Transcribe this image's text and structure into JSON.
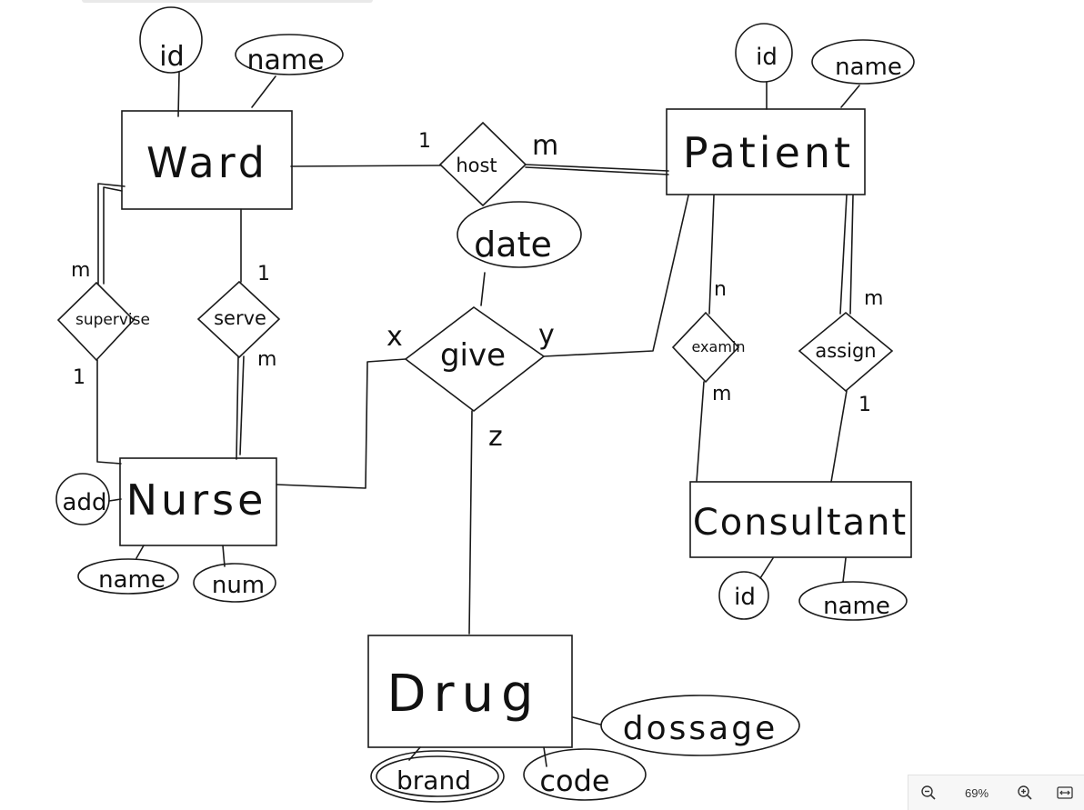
{
  "diagram": {
    "entities": {
      "ward": "Ward",
      "patient": "Patient",
      "nurse": "Nurse",
      "consultant": "Consultant",
      "drug": "Drug"
    },
    "relationships": {
      "host": "host",
      "supervise": "supervise",
      "serve": "serve",
      "give": "give",
      "examine": "examin",
      "assign": "assign"
    },
    "attributes": {
      "ward_id": "id",
      "ward_name": "name",
      "patient_id": "id",
      "patient_name": "name",
      "host_date": "date",
      "nurse_add": "add",
      "nurse_name": "name",
      "nurse_num": "num",
      "consultant_id": "id",
      "consultant_name": "name",
      "drug_brand": "brand",
      "drug_code": "code",
      "drug_dosage": "dossage"
    },
    "cardinalities": {
      "host_ward": "1",
      "host_patient": "m",
      "supervise_ward": "m",
      "supervise_nurse": "1",
      "serve_ward": "1",
      "serve_nurse": "m",
      "give_nurse": "x",
      "give_patient": "y",
      "give_drug": "z",
      "examine_patient": "n",
      "examine_consultant": "m",
      "assign_patient": "m",
      "assign_consultant": "1"
    }
  },
  "toolbar": {
    "zoom_out_icon": "zoom-out",
    "zoom_level": "69%",
    "zoom_in_icon": "zoom-in",
    "fit_icon": "fit-width"
  }
}
